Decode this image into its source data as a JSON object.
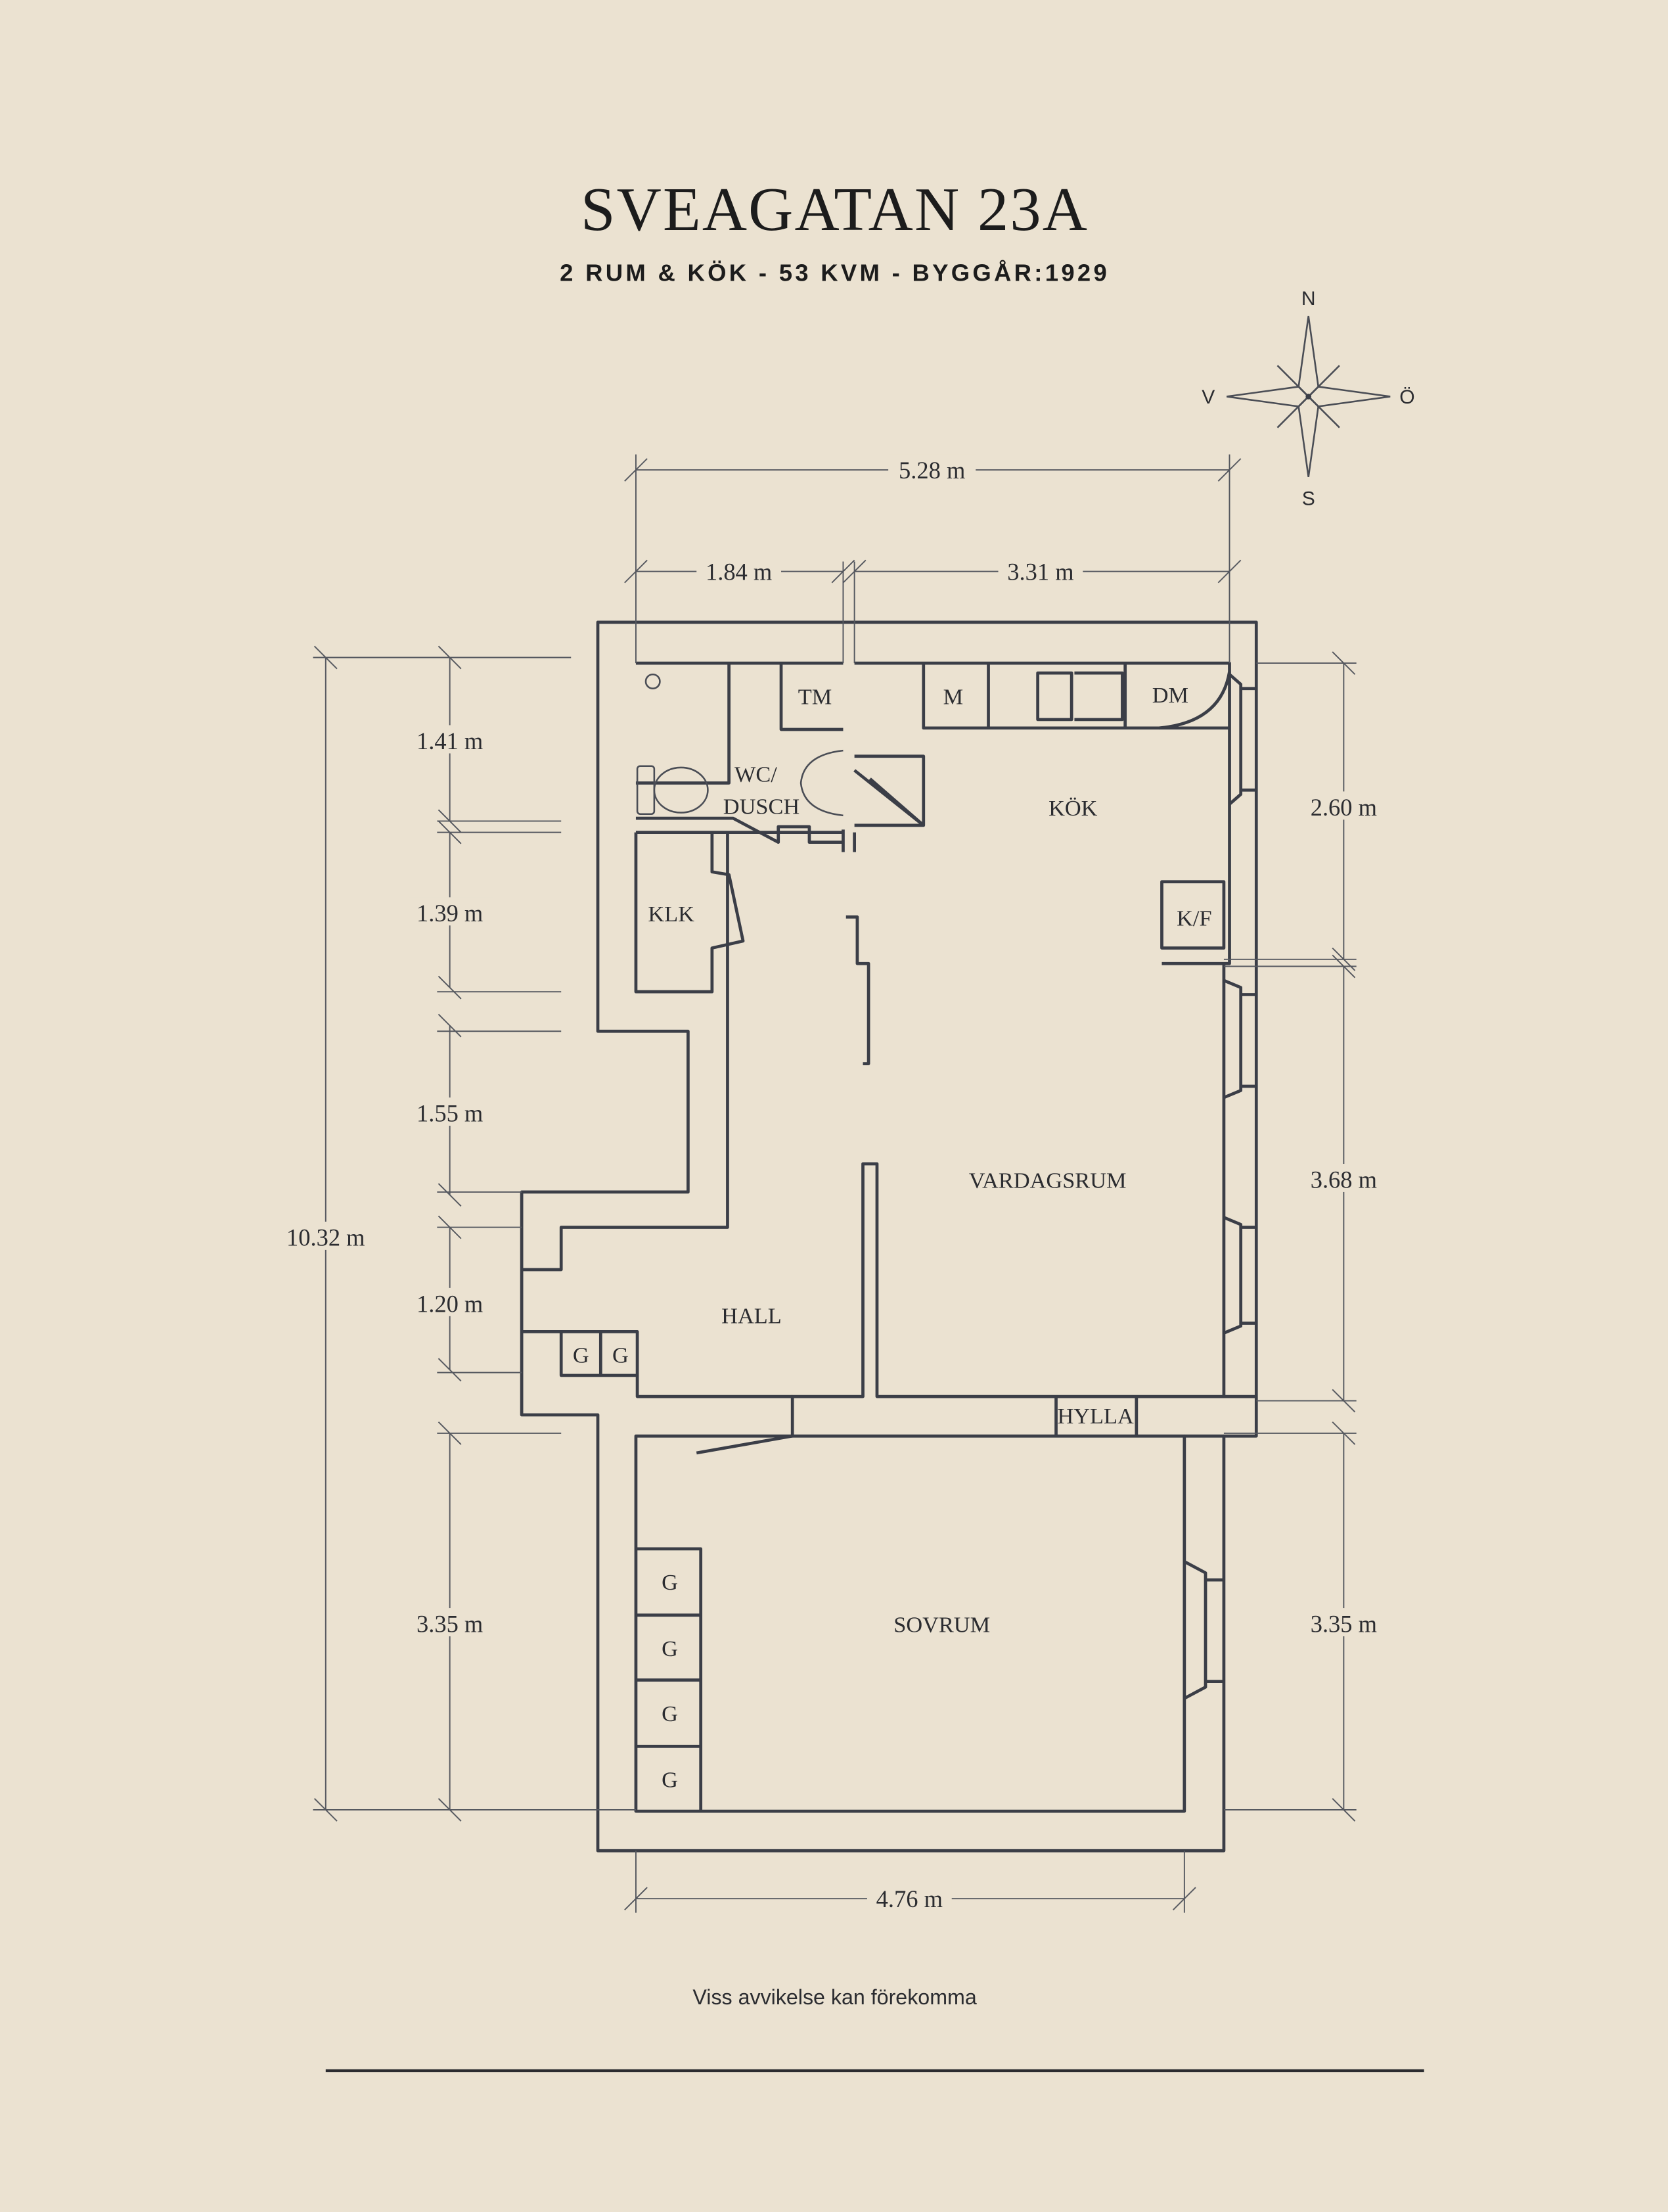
{
  "header": {
    "title": "SVEAGATAN 23A",
    "subtitle": "2 RUM & KÖK  -  53 KVM  -  BYGGÅR:1929"
  },
  "compass": {
    "north": "N",
    "south": "S",
    "west": "V",
    "east": "Ö"
  },
  "rooms": {
    "tm": "TM",
    "m": "M",
    "dm": "DM",
    "wc_line1": "WC/",
    "wc_line2": "DUSCH",
    "kok": "KÖK",
    "klk": "KLK",
    "kf": "K/F",
    "vardagsrum": "VARDAGSRUM",
    "hall": "HALL",
    "hall_g1": "G",
    "hall_g2": "G",
    "hylla": "HYLLA",
    "sovrum": "SOVRUM",
    "sov_g1": "G",
    "sov_g2": "G",
    "sov_g3": "G",
    "sov_g4": "G"
  },
  "dimensions": {
    "top_total": "5.28 m",
    "top_left": "1.84 m",
    "top_right": "3.31 m",
    "left_total": "10.32 m",
    "left_1": "1.41 m",
    "left_2": "1.39 m",
    "left_3": "1.55 m",
    "left_4": "1.20 m",
    "left_5": "3.35 m",
    "right_1": "2.60 m",
    "right_2": "3.68 m",
    "right_3": "3.35 m",
    "bottom": "4.76 m"
  },
  "footer": {
    "disclaimer": "Viss avvikelse kan förekomma"
  },
  "colors": {
    "background": "#ebe2d1",
    "ink": "#3b3e47"
  }
}
